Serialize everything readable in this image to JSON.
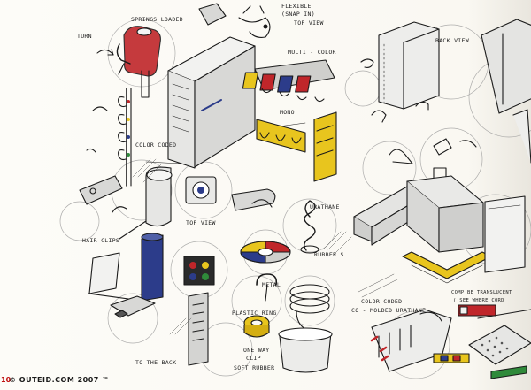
{
  "annotations": {
    "springs_loaded": "SPRINGS LOADED",
    "flexible": "FLEXIBLE",
    "snap_in": "(SNAP IN)",
    "top_view_1": "TOP VIEW",
    "turn": "TURN",
    "multi_color": "MULTI - COLOR",
    "mono": "MONO",
    "back_view": "BACK VIEW",
    "color_coded_1": "COLOR CODED",
    "hair_clips": "HAIR CLIPS",
    "top_view_2": "TOP VIEW",
    "urathane": "URATHANE",
    "rubber_s": "RUBBER S",
    "metal": "METAL",
    "plastic_ring": "PLASTIC RING",
    "one_way_clip": "ONE WAY",
    "clip": "CLIP",
    "soft_rubber": "SOFT RUBBER",
    "to_the_back": "TO THE BACK",
    "color_coded_2": "COLOR CODED",
    "co_molded_urathane": "CO - MOLDED URATHANE",
    "comp_transluc": "COMP BE TRANSLUCENT",
    "see_where_cord": "( SEE WHERE CORD"
  },
  "footer": {
    "page_number": "10",
    "copyright": "© OUTEID.COM 2007 ™"
  },
  "colors": {
    "ink": "#1a1a1a",
    "red_marker": "#c0262a",
    "yellow_marker": "#e8c51e",
    "blue_marker": "#2c3c8a",
    "grey_marker": "#9a9a9a"
  }
}
